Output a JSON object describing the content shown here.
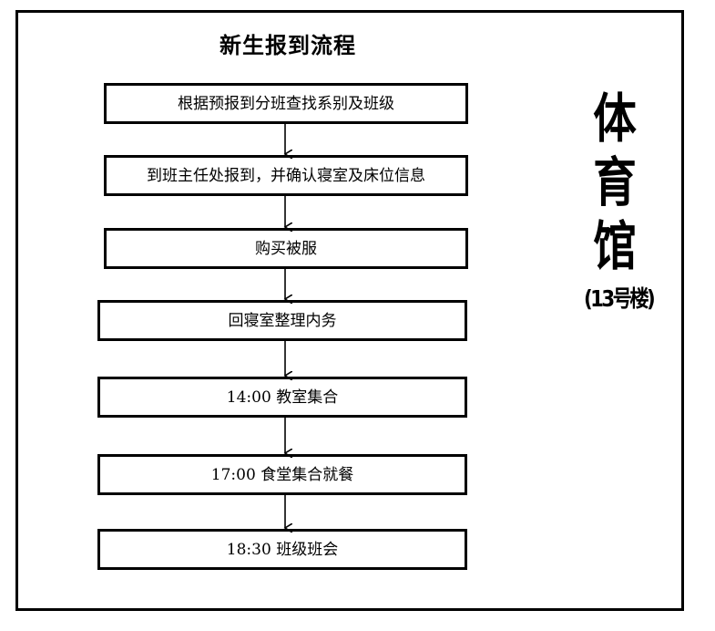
{
  "title": "新生报到流程",
  "steps": [
    "根据预报到分班查找系别及班级",
    "到班主任处报到，并确认寝室及床位信息",
    "购买被服",
    "回寝室整理内务",
    "14:00 教室集合",
    "17:00 食堂集合就餐",
    "18:30 班级班会"
  ],
  "building": {
    "name": "体育馆",
    "note": "(13号楼)"
  }
}
